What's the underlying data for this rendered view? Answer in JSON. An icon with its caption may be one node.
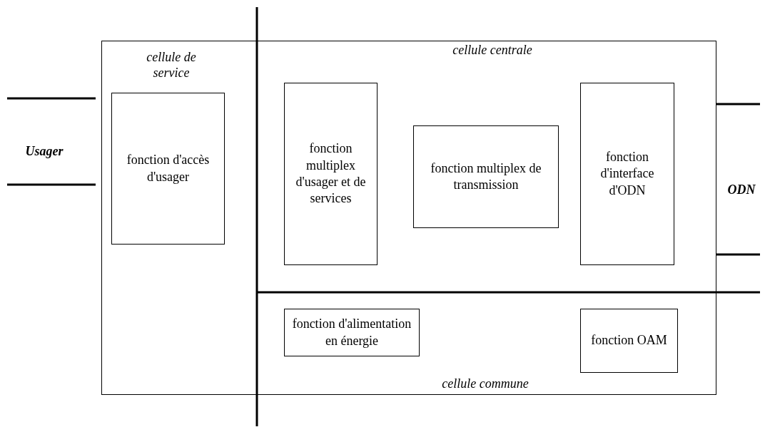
{
  "diagram": {
    "nodes": [
      {
        "text": [
          "fonction d'accès d'usager"
        ]
      },
      {
        "text": [
          "fonction multiplex d'usager et de services"
        ]
      },
      {
        "text": [
          "fonction multiplex de transmission"
        ]
      },
      {
        "text": [
          "fonction d'interface d'ODN"
        ]
      },
      {
        "text": [
          "fonction d'alimentation en énergie"
        ]
      },
      {
        "text": [
          "fonction OAM"
        ]
      }
    ],
    "labels": [
      "cellule de service",
      "cellule centrale",
      "Usager",
      "ODN",
      "cellule commune"
    ]
  }
}
